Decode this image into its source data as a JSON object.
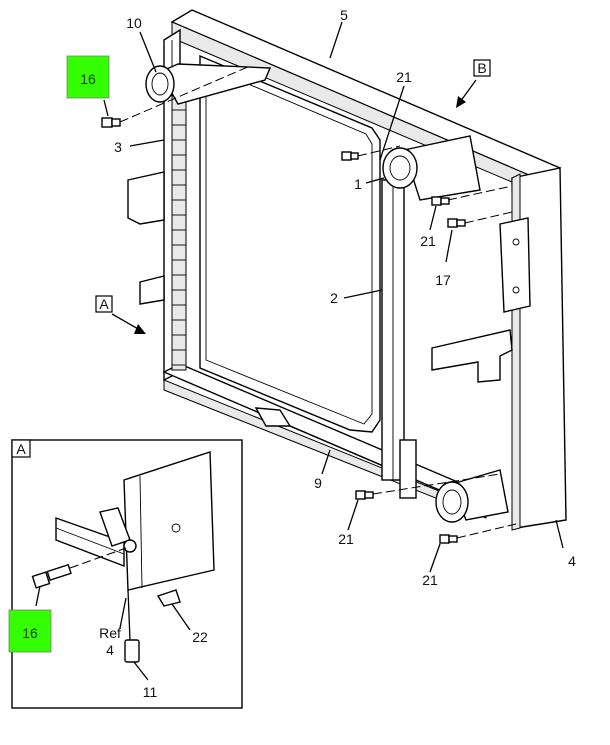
{
  "highlight_color": "#33ff00",
  "callouts": {
    "c16_top": "16",
    "c10": "10",
    "c5": "5",
    "c21_top": "21",
    "cB": "B",
    "c3": "3",
    "c1": "1",
    "c21_mid": "21",
    "c17": "17",
    "c2": "2",
    "cA": "A",
    "c9": "9",
    "c21_low": "21",
    "c4": "4",
    "c21_bottom": "21",
    "inset_label": "A",
    "c16_inset": "16",
    "ref_text": "Ref",
    "ref_num": "4",
    "c22": "22",
    "c11": "11"
  }
}
